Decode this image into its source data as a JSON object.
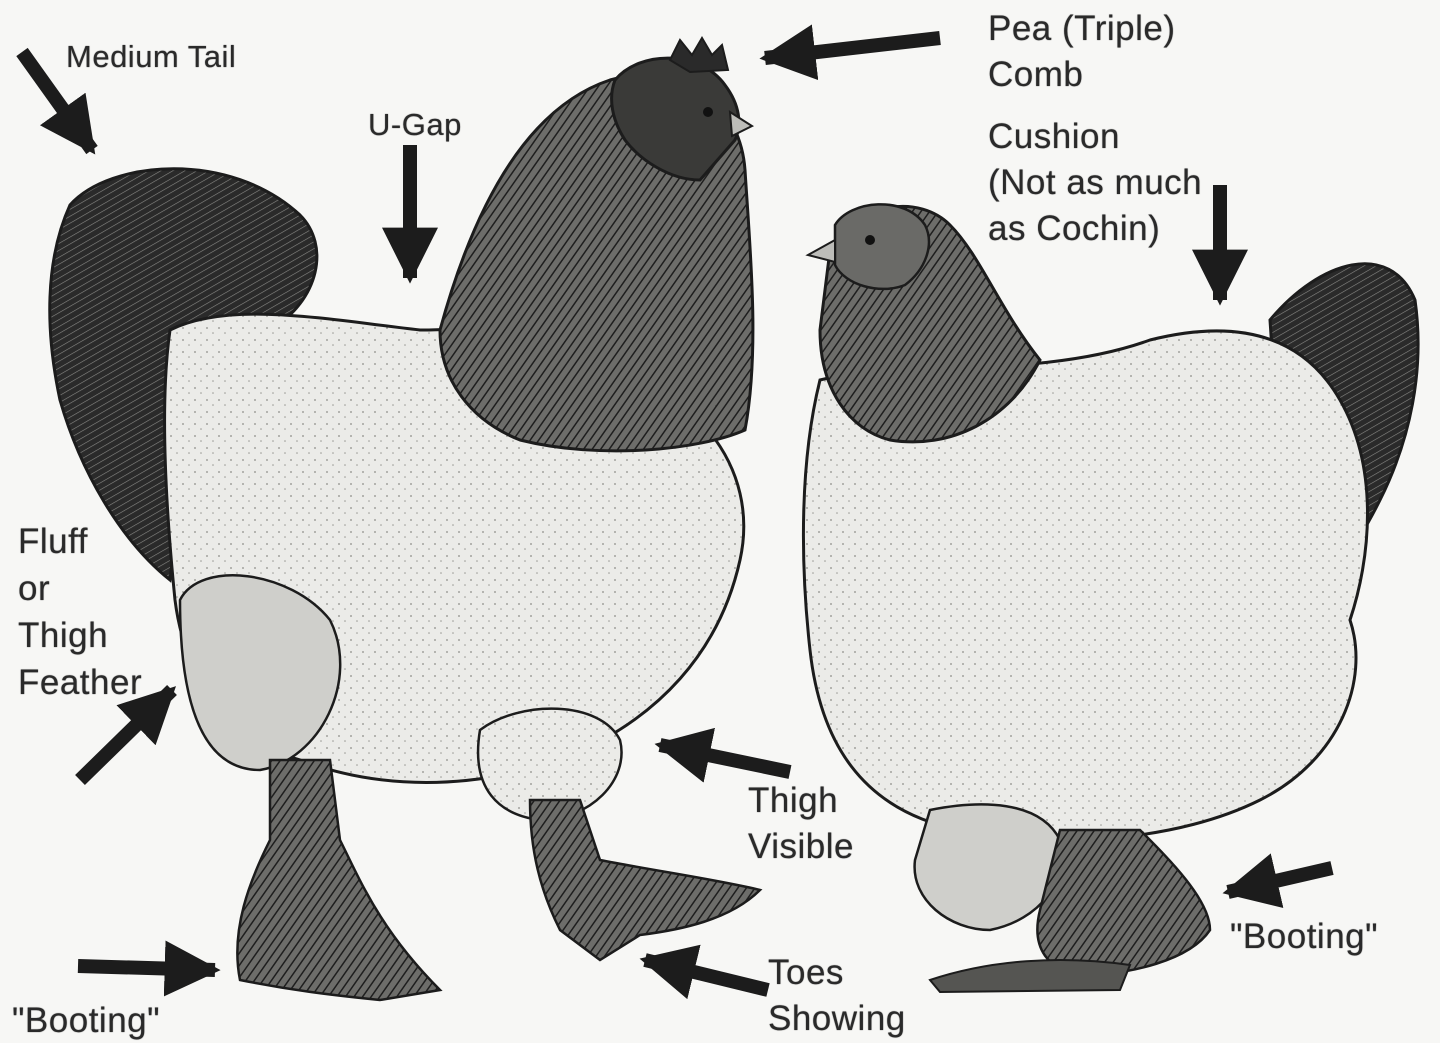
{
  "labels": {
    "medium_tail": "Medium Tail",
    "u_gap": "U-Gap",
    "pea_comb": "Pea (Triple)\nComb",
    "cushion": "Cushion\n(Not as much\nas Cochin)",
    "fluff": "Fluff\nor\nThigh\nFeather",
    "thigh_visible": "Thigh\nVisible",
    "booting_left": "\"Booting\"",
    "toes_showing": "Toes\nShowing",
    "booting_right": "\"Booting\""
  },
  "colors": {
    "ink": "#1c1c1c",
    "paper": "#f7f7f5",
    "plumage_light": "#e9e9e6",
    "plumage_mid": "#8a8a86"
  }
}
